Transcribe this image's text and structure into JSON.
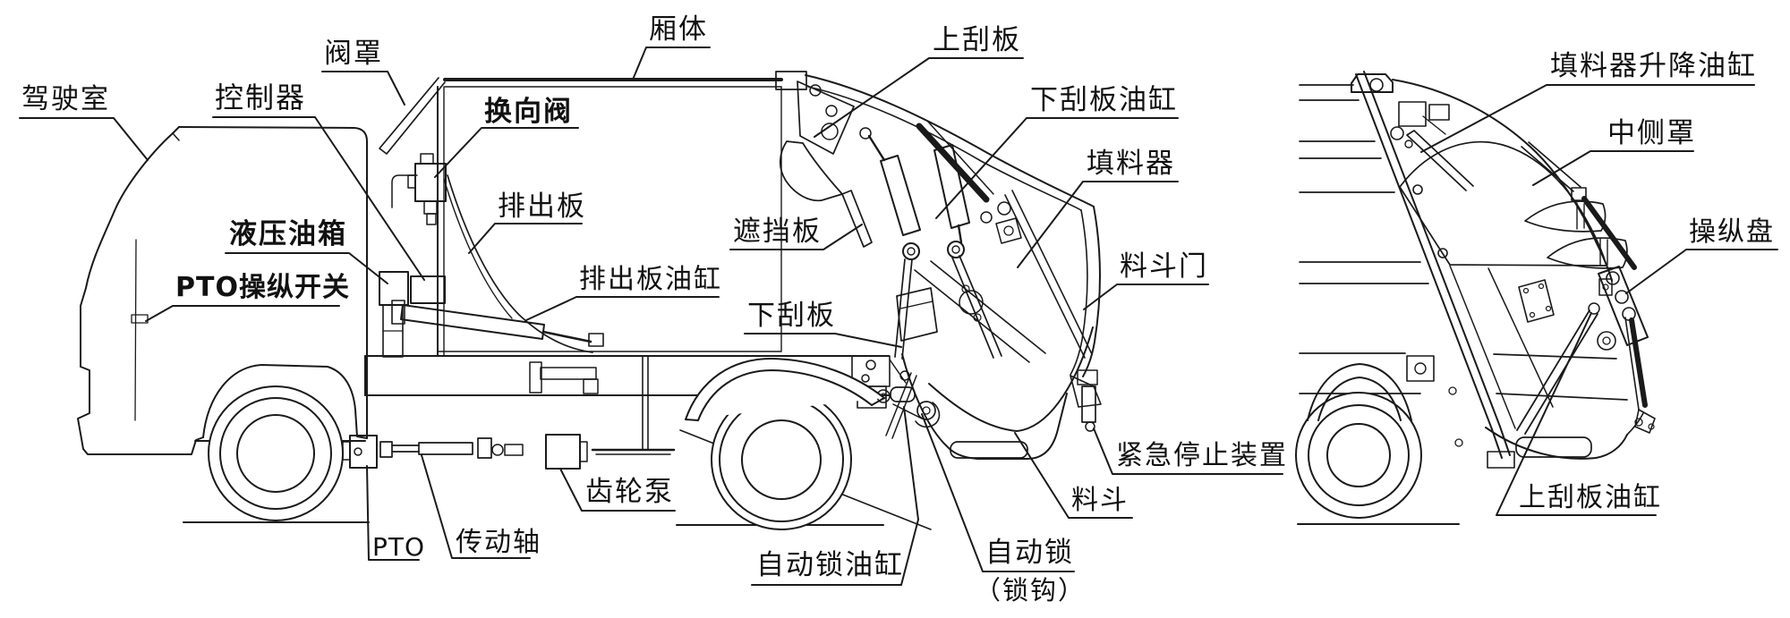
{
  "page": {
    "background": "#ffffff",
    "ink": "#1a1a1a"
  },
  "labels": {
    "cab": "驾驶室",
    "controller": "控制器",
    "valve_cover": "阀罩",
    "directional_valve": "换向阀",
    "discharge_plate": "排出板",
    "hydraulic_oil_tank": "液压油箱",
    "pto_control_switch": "PTO操纵开关",
    "discharge_plate_cylinder": "排出板油缸",
    "box_body": "厢体",
    "upper_scraper": "上刮板",
    "lower_scraper_cylinder": "下刮板油缸",
    "filler": "填料器",
    "shield_plate": "遮挡板",
    "hopper_door": "料斗门",
    "lower_scraper": "下刮板",
    "emergency_stop_device": "紧急停止装置",
    "hopper": "料斗",
    "gear_pump": "齿轮泵",
    "pto": "PTO",
    "drive_shaft": "传动轴",
    "auto_lock_cylinder": "自动锁油缸",
    "auto_lock": "自动锁",
    "auto_lock_note": "（锁钩）",
    "filler_lift_cylinder": "填料器升降油缸",
    "middle_side_cover": "中侧罩",
    "control_panel": "操纵盘",
    "upper_scraper_cylinder": "上刮板油缸"
  }
}
